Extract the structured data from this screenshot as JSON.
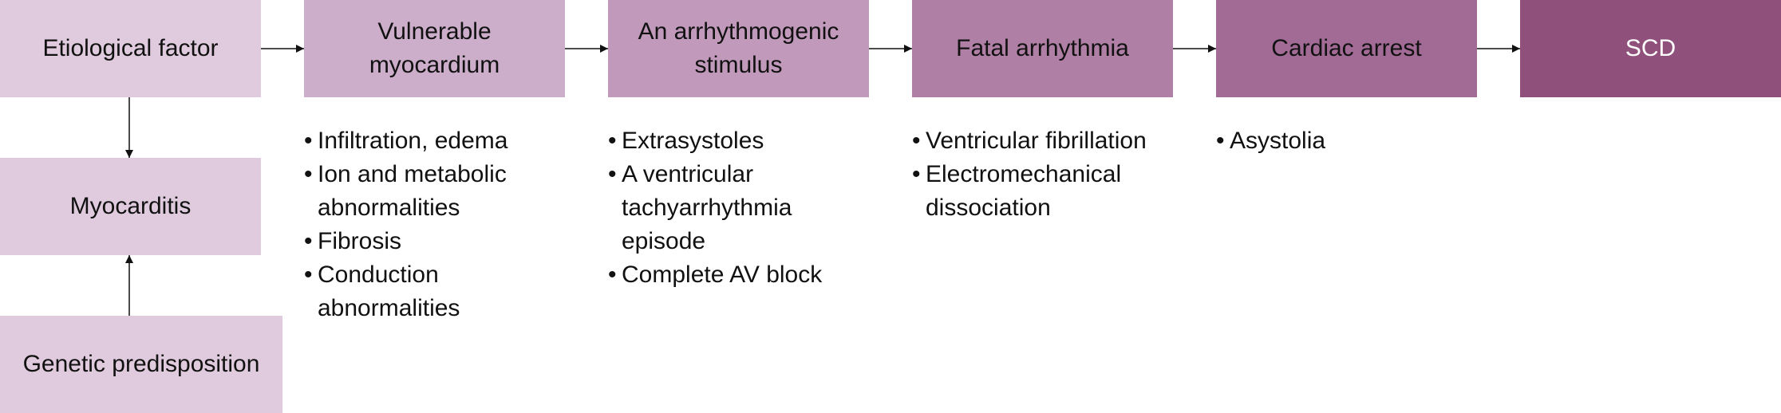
{
  "colors": {
    "box_light": "#dfcbdd",
    "box_1": "#ccadca",
    "box_2": "#c199bb",
    "box_3": "#b07fa6",
    "box_4": "#a16b96",
    "box_5": "#8f507c",
    "text_dark": "#111111",
    "text_light": "#ffffff",
    "arrow": "#111111"
  },
  "flow": {
    "etiological_factor": "Etiological factor",
    "vulnerable_myocardium": [
      "Vulnerable",
      "myocardium"
    ],
    "arrhythmogenic_stimulus": [
      "An arrhythmogenic",
      "stimulus"
    ],
    "fatal_arrhythmia": "Fatal arrhythmia",
    "cardiac_arrest": "Cardiac arrest",
    "scd": "SCD"
  },
  "side": {
    "myocarditis": "Myocarditis",
    "genetic_predisposition": "Genetic predisposition"
  },
  "details": {
    "vulnerable_myocardium": [
      [
        "Infiltration, edema"
      ],
      [
        "Ion and metabolic",
        "abnormalities"
      ],
      [
        "Fibrosis"
      ],
      [
        "Conduction",
        "abnormalities"
      ]
    ],
    "arrhythmogenic_stimulus": [
      [
        "Extrasystoles"
      ],
      [
        "A ventricular",
        "tachyarrhythmia",
        "episode"
      ],
      [
        "Complete AV block"
      ]
    ],
    "fatal_arrhythmia": [
      [
        "Ventricular fibrillation"
      ],
      [
        "Electromechanical",
        "dissociation"
      ]
    ],
    "cardiac_arrest": [
      [
        "Asystolia"
      ]
    ]
  }
}
